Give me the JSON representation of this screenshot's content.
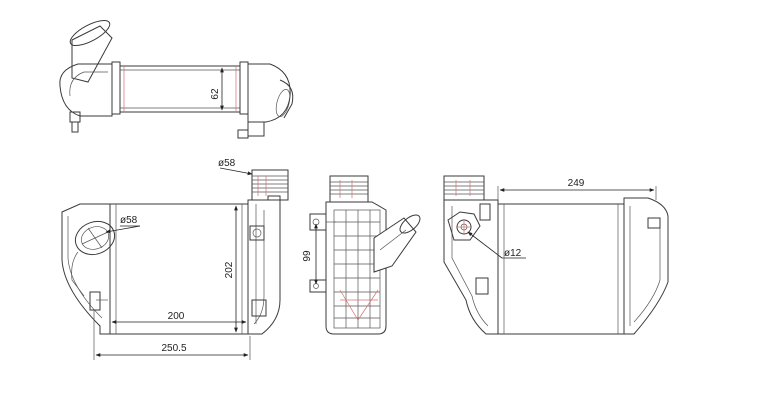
{
  "dimensions": {
    "top_height": "62",
    "neck_diameter": "ø58",
    "inlet_diameter": "ø58",
    "core_height": "202",
    "core_width": "200",
    "overall_width": "250.5",
    "side_height": "99",
    "rear_width": "249",
    "hole_diameter": "ø12"
  },
  "colors": {
    "line": "#3a3a3a",
    "dimension": "#222222",
    "accent": "#d07070"
  }
}
